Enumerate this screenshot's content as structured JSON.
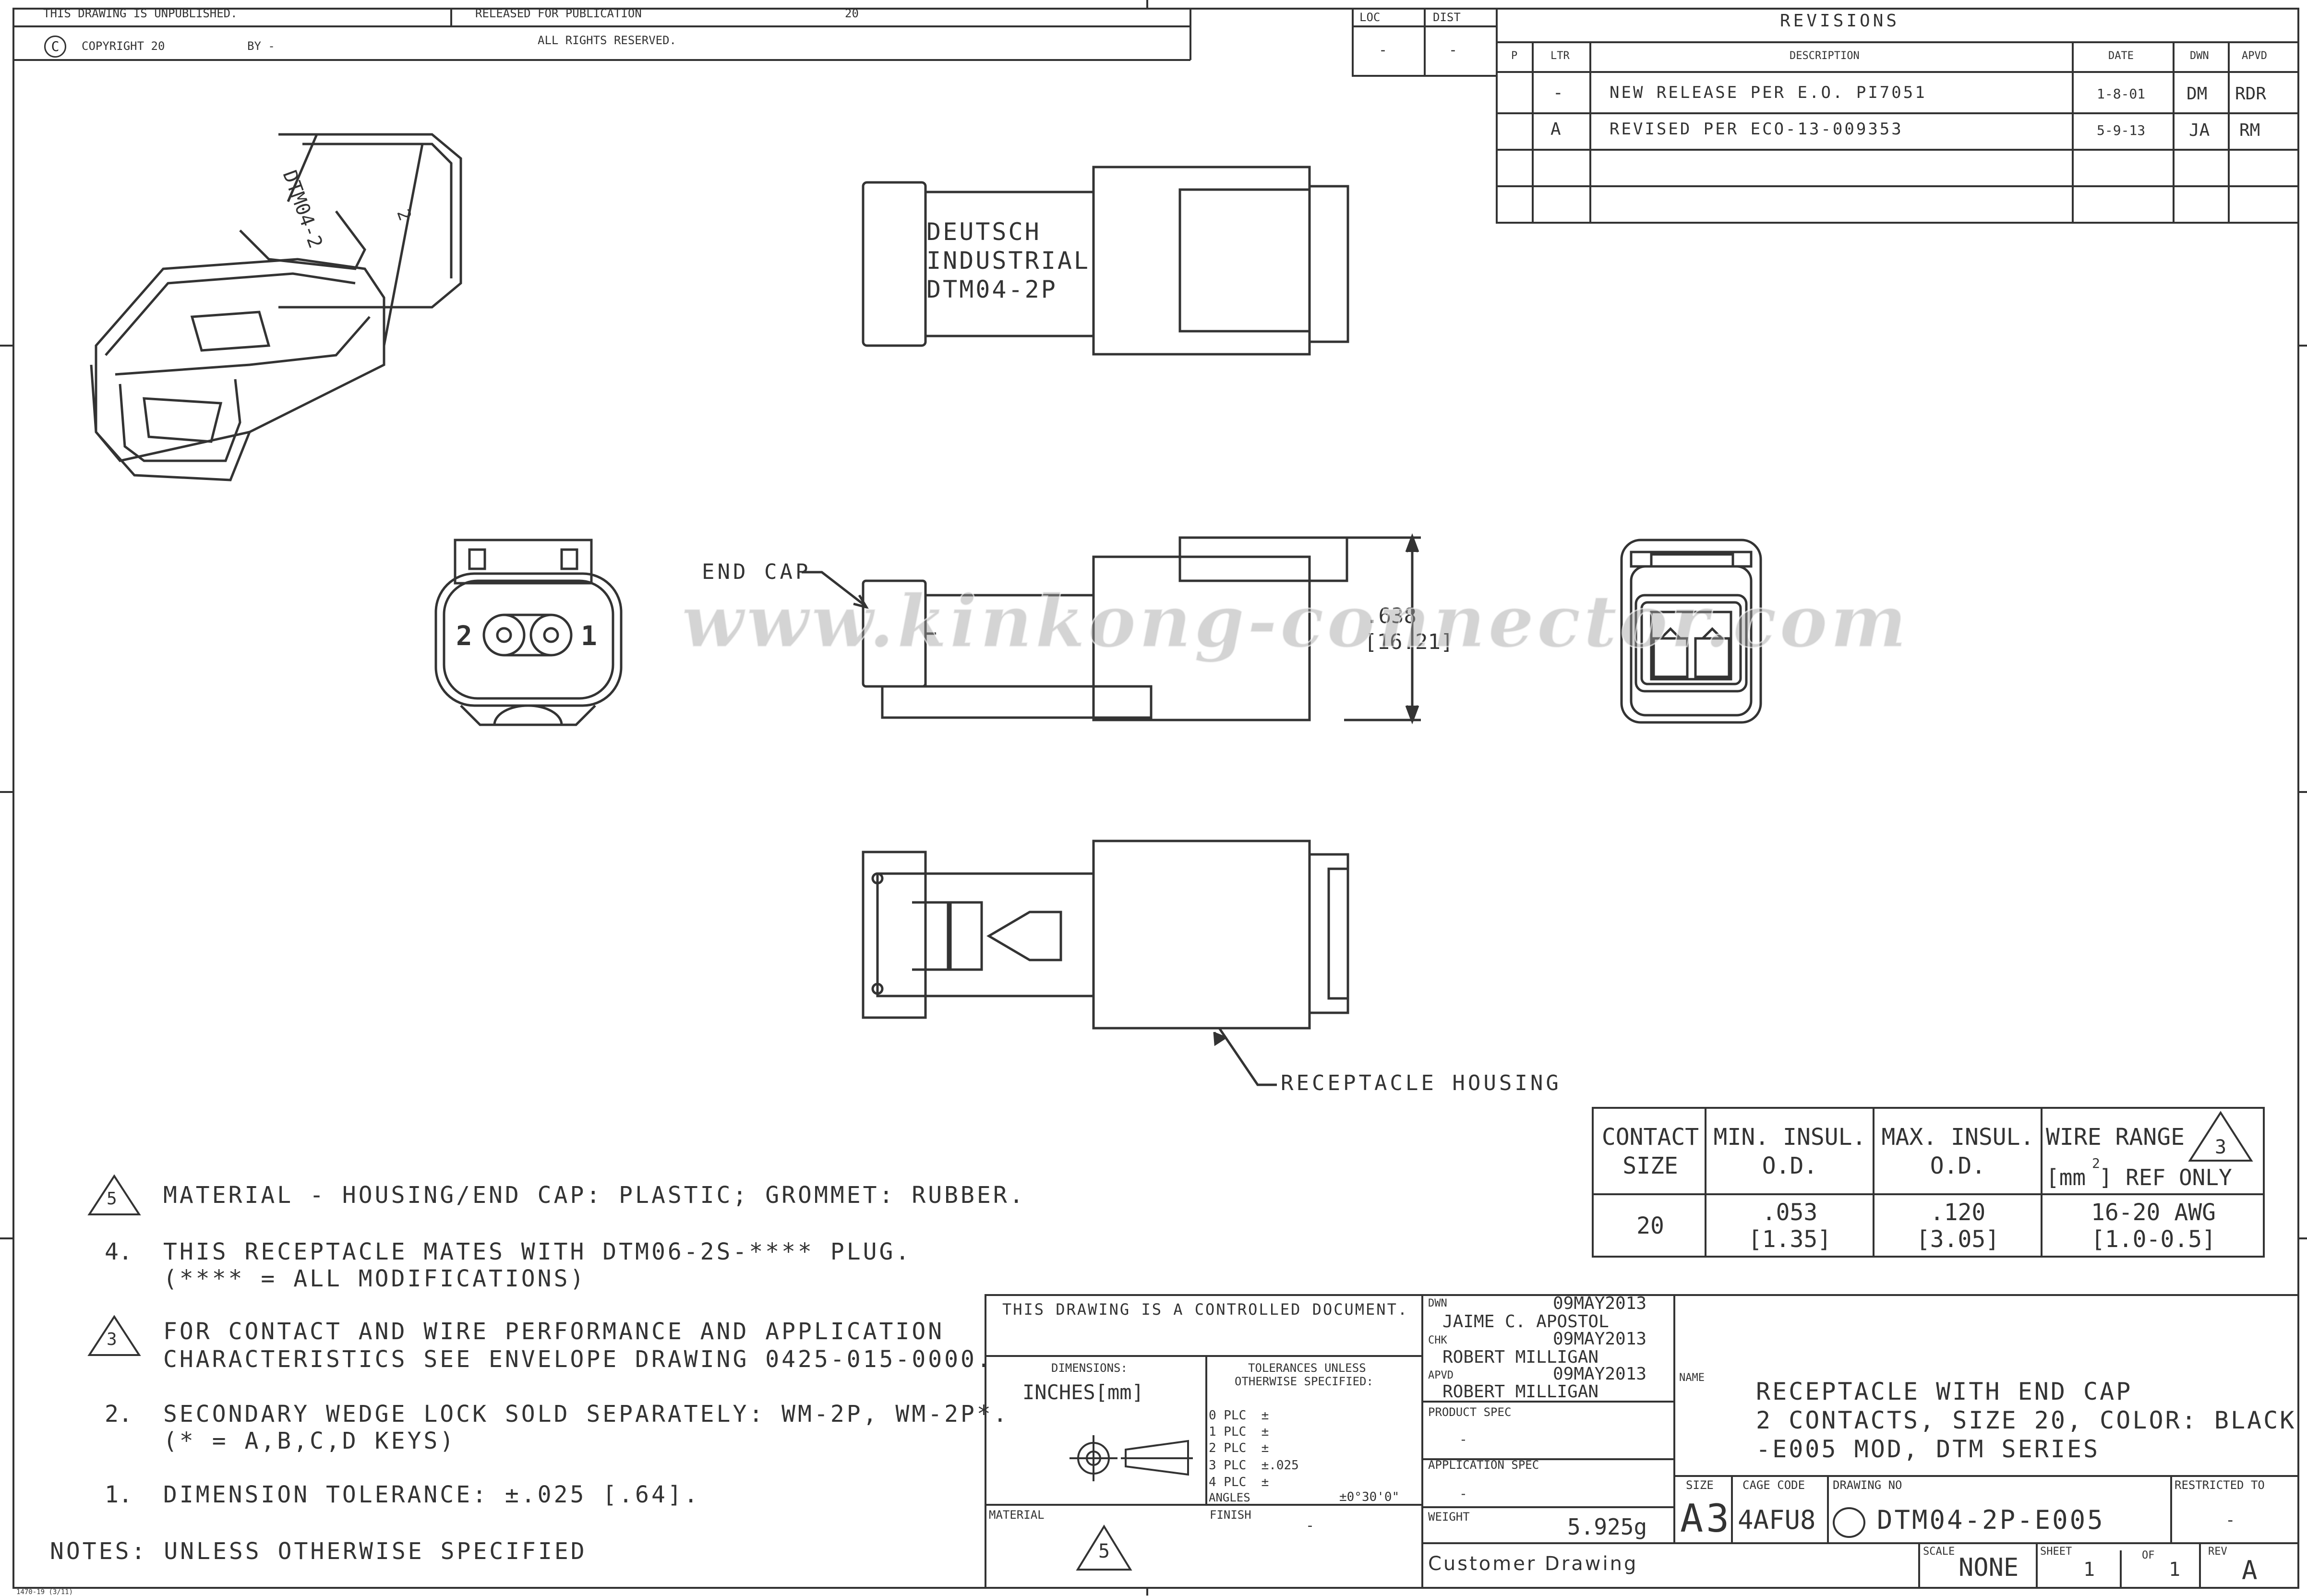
{
  "header": {
    "unpublished": "THIS DRAWING IS UNPUBLISHED.",
    "copyright": "COPYRIGHT 20",
    "by": "BY -",
    "released": "RELEASED FOR PUBLICATION",
    "year": "20",
    "rights": "ALL RIGHTS RESERVED.",
    "loc_label": "LOC",
    "loc_value": "-",
    "dist_label": "DIST",
    "dist_value": "-"
  },
  "revisions": {
    "title": "REVISIONS",
    "columns": [
      "P",
      "LTR",
      "DESCRIPTION",
      "DATE",
      "DWN",
      "APVD"
    ],
    "rows": [
      {
        "p": "",
        "ltr": "-",
        "description": "NEW RELEASE PER E.O. PI7051",
        "date": "1-8-01",
        "dwn": "DM",
        "apvd": "RDR"
      },
      {
        "p": "",
        "ltr": "A",
        "description": "REVISED PER ECO-13-009353",
        "date": "5-9-13",
        "dwn": "JA",
        "apvd": "RM"
      }
    ]
  },
  "views": {
    "top_label_1": "DEUTSCH",
    "top_label_2": "INDUSTRIAL",
    "top_label_3": "DTM04-2P",
    "iso_label": "DTM04-2",
    "iso_num": "2",
    "end_cap": "END CAP",
    "receptacle_housing": "RECEPTACLE HOUSING",
    "dim_in": ".638",
    "dim_mm": "[16.21]",
    "pin2": "2",
    "pin1": "1"
  },
  "watermark": "www.kinkong-connector.com",
  "contact_table": {
    "headers": [
      "CONTACT SIZE",
      "MIN. INSUL. O.D.",
      "MAX. INSUL. O.D.",
      "WIRE RANGE [mm2] REF ONLY"
    ],
    "header_lines": [
      [
        "CONTACT",
        "SIZE"
      ],
      [
        "MIN. INSUL.",
        "O.D."
      ],
      [
        "MAX. INSUL.",
        "O.D."
      ],
      [
        "WIRE RANGE",
        "[mm ] REF ONLY"
      ]
    ],
    "flag": "3",
    "row": [
      [
        "20"
      ],
      [
        ".053",
        "[1.35]"
      ],
      [
        ".120",
        "[3.05]"
      ],
      [
        "16-20 AWG",
        "[1.0-0.5]"
      ]
    ]
  },
  "notes": {
    "title": "NOTES: UNLESS OTHERWISE SPECIFIED",
    "items": [
      {
        "num": "5",
        "flag": true,
        "lines": [
          "MATERIAL - HOUSING/END CAP: PLASTIC; GROMMET: RUBBER."
        ]
      },
      {
        "num": "4.",
        "flag": false,
        "lines": [
          "THIS RECEPTACLE MATES WITH DTM06-2S-**** PLUG.",
          "(**** = ALL MODIFICATIONS)"
        ]
      },
      {
        "num": "3",
        "flag": true,
        "lines": [
          "FOR CONTACT AND WIRE PERFORMANCE AND APPLICATION",
          "CHARACTERISTICS SEE ENVELOPE DRAWING 0425-015-0000."
        ]
      },
      {
        "num": "2.",
        "flag": false,
        "lines": [
          "SECONDARY WEDGE LOCK SOLD SEPARATELY: WM-2P, WM-2P*.",
          "(* = A,B,C,D KEYS)"
        ]
      },
      {
        "num": "1.",
        "flag": false,
        "lines": [
          "DIMENSION TOLERANCE: ±.025 [.64]."
        ]
      }
    ]
  },
  "title_block": {
    "controlled": "THIS DRAWING IS A CONTROLLED DOCUMENT.",
    "dimensions_label": "DIMENSIONS:",
    "dimensions_value": "INCHES[mm]",
    "tolerances_label_1": "TOLERANCES UNLESS",
    "tolerances_label_2": "OTHERWISE SPECIFIED:",
    "tolerances": [
      "0 PLC  ±",
      "1 PLC  ±",
      "2 PLC  ±",
      "3 PLC  ±.025",
      "4 PLC  ±"
    ],
    "angles": "ANGLES",
    "angles_value": "±0°30'0\"",
    "material_label": "MATERIAL",
    "material_flag": "5",
    "finish_label": "FINISH",
    "finish_value": "-",
    "dwn_label": "DWN",
    "dwn_date": "09MAY2013",
    "dwn_name": "JAIME C. APOSTOL",
    "chk_label": "CHK",
    "chk_date": "09MAY2013",
    "chk_name": "ROBERT MILLIGAN",
    "apvd_label": "APVD",
    "apvd_date": "09MAY2013",
    "apvd_name": "ROBERT MILLIGAN",
    "product_spec_label": "PRODUCT SPEC",
    "product_spec_value": "-",
    "application_spec_label": "APPLICATION SPEC",
    "application_spec_value": "-",
    "weight_label": "WEIGHT",
    "weight_value": "5.925g",
    "customer": "Customer Drawing",
    "name_label": "NAME",
    "name_lines": [
      "RECEPTACLE WITH END CAP",
      "2 CONTACTS, SIZE 20, COLOR: BLACK",
      "-E005 MOD, DTM SERIES"
    ],
    "size_label": "SIZE",
    "size_value": "A3",
    "cage_label": "CAGE CODE",
    "cage_value": "4AFU8",
    "drawing_no_label": "DRAWING NO",
    "drawing_no_value": "DTM04-2P-E005",
    "restricted_label": "RESTRICTED TO",
    "restricted_value": "-",
    "scale_label": "SCALE",
    "scale_value": "NONE",
    "sheet_label": "SHEET",
    "sheet_value": "1",
    "of_label": "OF",
    "of_value": "1",
    "rev_label": "REV",
    "rev_value": "A"
  },
  "footer": {
    "form": "1470-19 (3/11)"
  }
}
